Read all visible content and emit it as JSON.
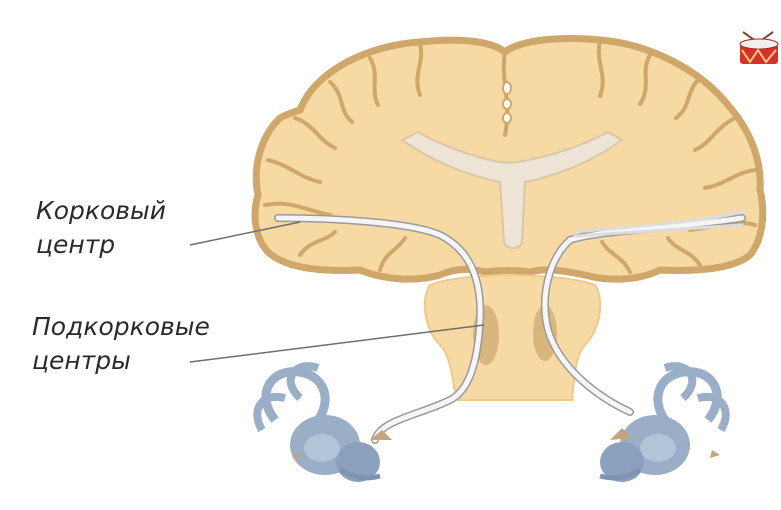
{
  "labels": {
    "cortical_center": [
      "Корковый",
      "центр"
    ],
    "subcortical_centers": [
      "Подкорковые",
      "центры"
    ]
  },
  "colors": {
    "brain_fill": "#f7d9a3",
    "brain_outline": "#cfa76a",
    "ventricle": "#ede4d6",
    "brainstem_nucleus": "#d9b67e",
    "nerve_pathway": "#f2f2f2",
    "inner_ear": "#9aaec8",
    "drum_icon": "#d9302b"
  },
  "icons": [
    "drum-icon",
    "left-inner-ear-icon",
    "right-inner-ear-icon"
  ]
}
